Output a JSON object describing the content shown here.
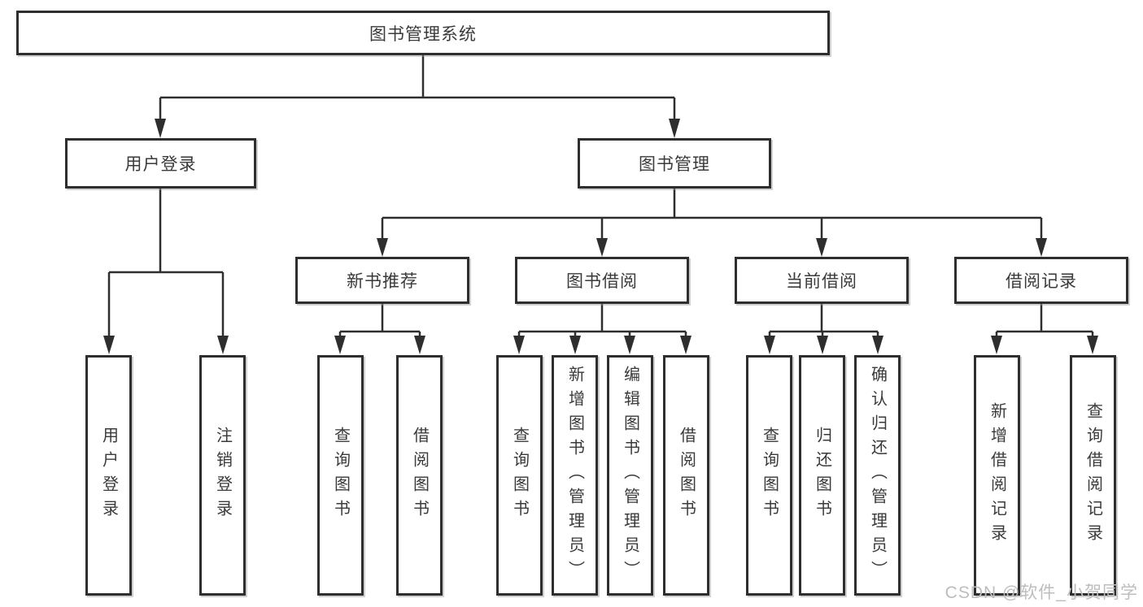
{
  "title": "图书管理系统",
  "level2": [
    {
      "label": "用户登录"
    },
    {
      "label": "图书管理"
    }
  ],
  "level3": [
    {
      "label": "新书推荐"
    },
    {
      "label": "图书借阅"
    },
    {
      "label": "当前借阅"
    },
    {
      "label": "借阅记录"
    }
  ],
  "leaves": [
    {
      "label": "用户登录"
    },
    {
      "label": "注销登录"
    },
    {
      "label": "查询图书"
    },
    {
      "label": "借阅图书"
    },
    {
      "label": "查询图书"
    },
    {
      "label": "新增图书（管理员）"
    },
    {
      "label": "编辑图书（管理员）"
    },
    {
      "label": "借阅图书"
    },
    {
      "label": "查询图书"
    },
    {
      "label": "归还图书"
    },
    {
      "label": "确认归还（管理员）"
    },
    {
      "label": "新增借阅记录"
    },
    {
      "label": "查询借阅记录"
    }
  ],
  "watermark": "CSDN @软件_小贺同学",
  "colors": {
    "line": "#2e2e2e",
    "text": "#3a3a3a",
    "box_border": "#2e2e2e",
    "watermark": "#bdbdbd",
    "background": "#ffffff"
  }
}
